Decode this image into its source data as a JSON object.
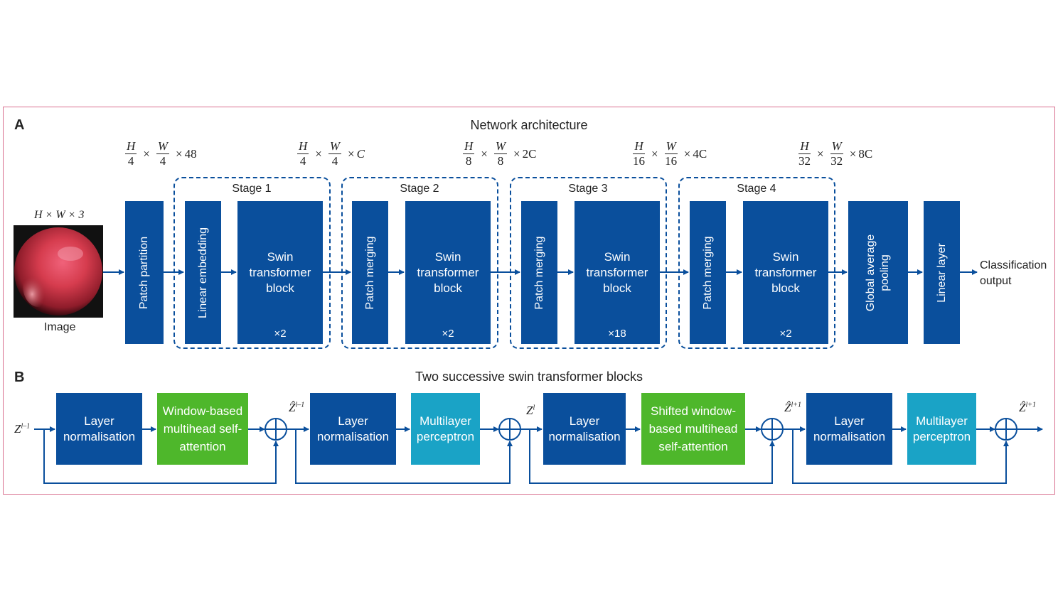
{
  "panel_a": {
    "letter": "A",
    "title": "Network architecture",
    "input_dim": "H × W × 3",
    "input_label": "Image",
    "output_label_line1": "Classification",
    "output_label_line2": "output",
    "dims": [
      {
        "n1": "H",
        "d1": "4",
        "n2": "W",
        "d2": "4",
        "ch": "48"
      },
      {
        "n1": "H",
        "d1": "4",
        "n2": "W",
        "d2": "4",
        "ch": "C"
      },
      {
        "n1": "H",
        "d1": "8",
        "n2": "W",
        "d2": "8",
        "ch": "2C"
      },
      {
        "n1": "H",
        "d1": "16",
        "n2": "W",
        "d2": "16",
        "ch": "4C"
      },
      {
        "n1": "H",
        "d1": "32",
        "n2": "W",
        "d2": "32",
        "ch": "8C"
      }
    ],
    "times": "×",
    "patch_partition": "Patch partition",
    "linear_embedding": "Linear embedding",
    "patch_merging": "Patch merging",
    "swin_line1": "Swin",
    "swin_line2": "transformer",
    "swin_line3": "block",
    "stages": [
      {
        "label": "Stage 1",
        "repeat": "×2"
      },
      {
        "label": "Stage 2",
        "repeat": "×2"
      },
      {
        "label": "Stage 3",
        "repeat": "×18"
      },
      {
        "label": "Stage 4",
        "repeat": "×2"
      }
    ],
    "gap_line1": "Global average",
    "gap_line2": "pooling",
    "linear_layer": "Linear layer"
  },
  "panel_b": {
    "letter": "B",
    "title": "Two successive swin transformer blocks",
    "input_var": "Z",
    "input_sup": "l–1",
    "ln_line1": "Layer",
    "ln_line2": "normalisation",
    "wmsa_line1": "Window-based",
    "wmsa_line2": "multihead self-",
    "wmsa_line3": "attention",
    "mlp_line1": "Multilayer",
    "mlp_line2": "perceptron",
    "swmsa_line1": "Shifted window-",
    "swmsa_line2": "based multihead",
    "swmsa_line3": "self-attention",
    "var1": "Ẑ",
    "var1_sup": "l–1",
    "var2": "Z",
    "var2_sup": "l",
    "var3": "Ẑ",
    "var3_sup": "l+1",
    "var4": "Ẑ",
    "var4_sup": "l+1"
  },
  "colors": {
    "dark_blue": "#0a4f9c",
    "green": "#4eb72b",
    "cyan": "#1aa3c6",
    "frame": "#d9708f"
  }
}
